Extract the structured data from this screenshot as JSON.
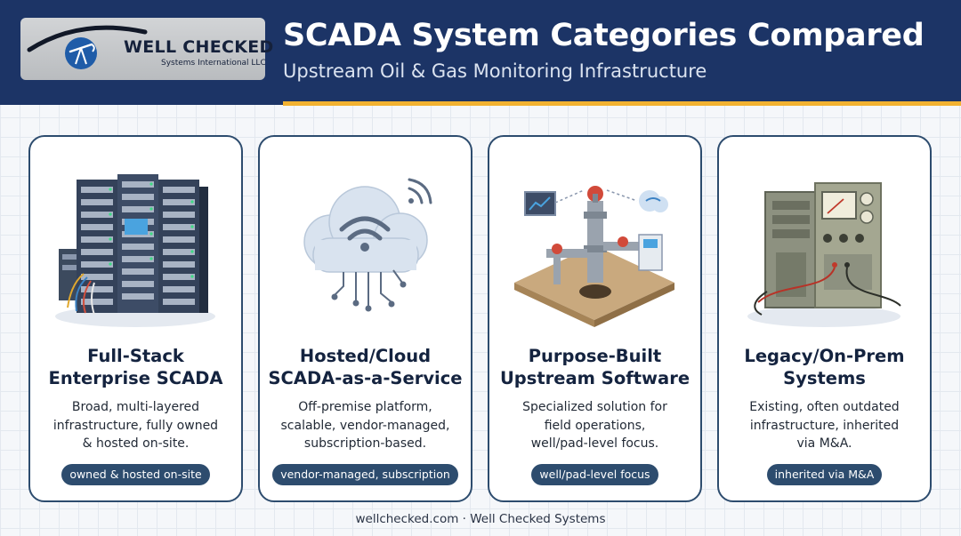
{
  "header": {
    "title": "SCADA System Categories Compared",
    "subtitle": "Upstream Oil & Gas Monitoring Infrastructure"
  },
  "logo": {
    "name": "WELL CHECKED",
    "tagline": "Systems International LLC",
    "icon": "pumpjack-globe-icon"
  },
  "cards": [
    {
      "icon": "server-rack-icon",
      "title_lines": [
        "Full-Stack",
        "Enterprise SCADA"
      ],
      "desc_lines": [
        "Broad, multi-layered",
        "infrastructure, fully owned",
        "& hosted on-site."
      ],
      "badge": "owned & hosted on-site"
    },
    {
      "icon": "cloud-wifi-icon",
      "title_lines": [
        "Hosted/Cloud",
        "SCADA-as-a-Service"
      ],
      "desc_lines": [
        "Off-premise platform,",
        "scalable, vendor-managed,",
        "subscription-based."
      ],
      "badge": "vendor-managed, subscription"
    },
    {
      "icon": "wellhead-pad-icon",
      "title_lines": [
        "Purpose-Built",
        "Upstream Software"
      ],
      "desc_lines": [
        "Specialized solution for",
        "field operations,",
        "well/pad-level focus."
      ],
      "badge": "well/pad-level focus"
    },
    {
      "icon": "legacy-hardware-icon",
      "title_lines": [
        "Legacy/On-Prem",
        "Systems"
      ],
      "desc_lines": [
        "Existing, often outdated",
        "infrastructure, inherited",
        "via M&A."
      ],
      "badge": "inherited via M&A"
    }
  ],
  "footer": "wellchecked.com · Well Checked Systems",
  "colors": {
    "header_bg": "#1c3466",
    "accent": "#f2b230",
    "card_border": "#2d4c6e",
    "badge_bg": "#2d4c6e"
  }
}
